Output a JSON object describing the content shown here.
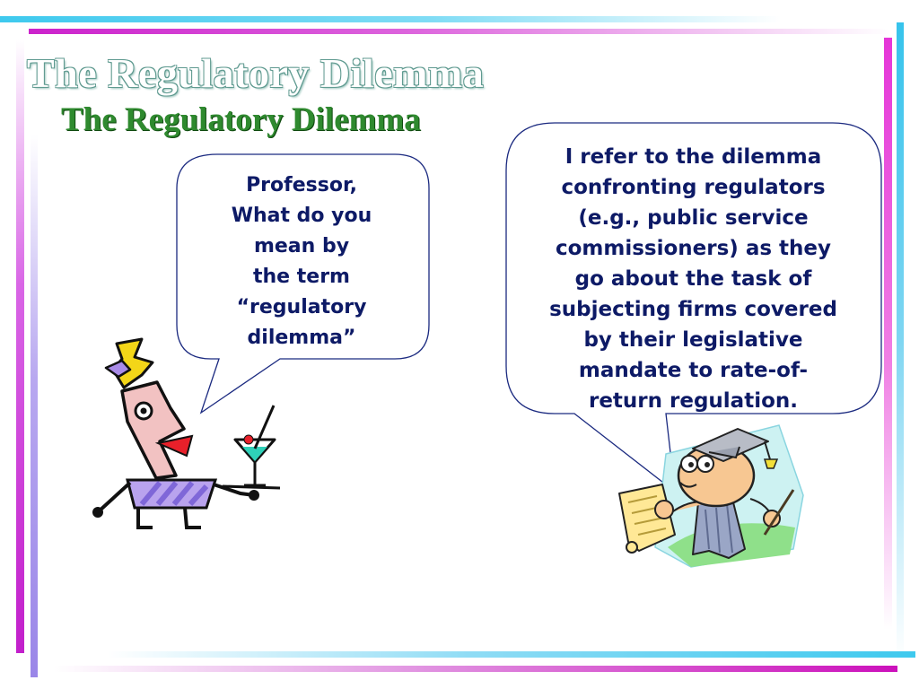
{
  "slide": {
    "title_shadow": "The Regulatory Dilemma",
    "title": "The Regulatory Dilemma"
  },
  "question_bubble": {
    "lines": [
      "Professor,",
      "What do you",
      "mean by",
      "the term",
      "“regulatory",
      "dilemma”"
    ]
  },
  "answer_bubble": {
    "lines": [
      "I refer to the dilemma",
      "confronting regulators",
      "(e.g., public service",
      "commissioners) as they",
      "go about the task of",
      "subjecting firms covered",
      "by their legislative",
      "mandate to rate-of-",
      "return regulation."
    ]
  },
  "colors": {
    "text": "#0d1a66",
    "title_green": "#2f8a2f",
    "accent_magenta": "#cc22cc",
    "accent_cyan": "#3ec9ee"
  },
  "icons": [
    "waiter-with-cocktail-clipart",
    "professor-with-diploma-clipart"
  ]
}
